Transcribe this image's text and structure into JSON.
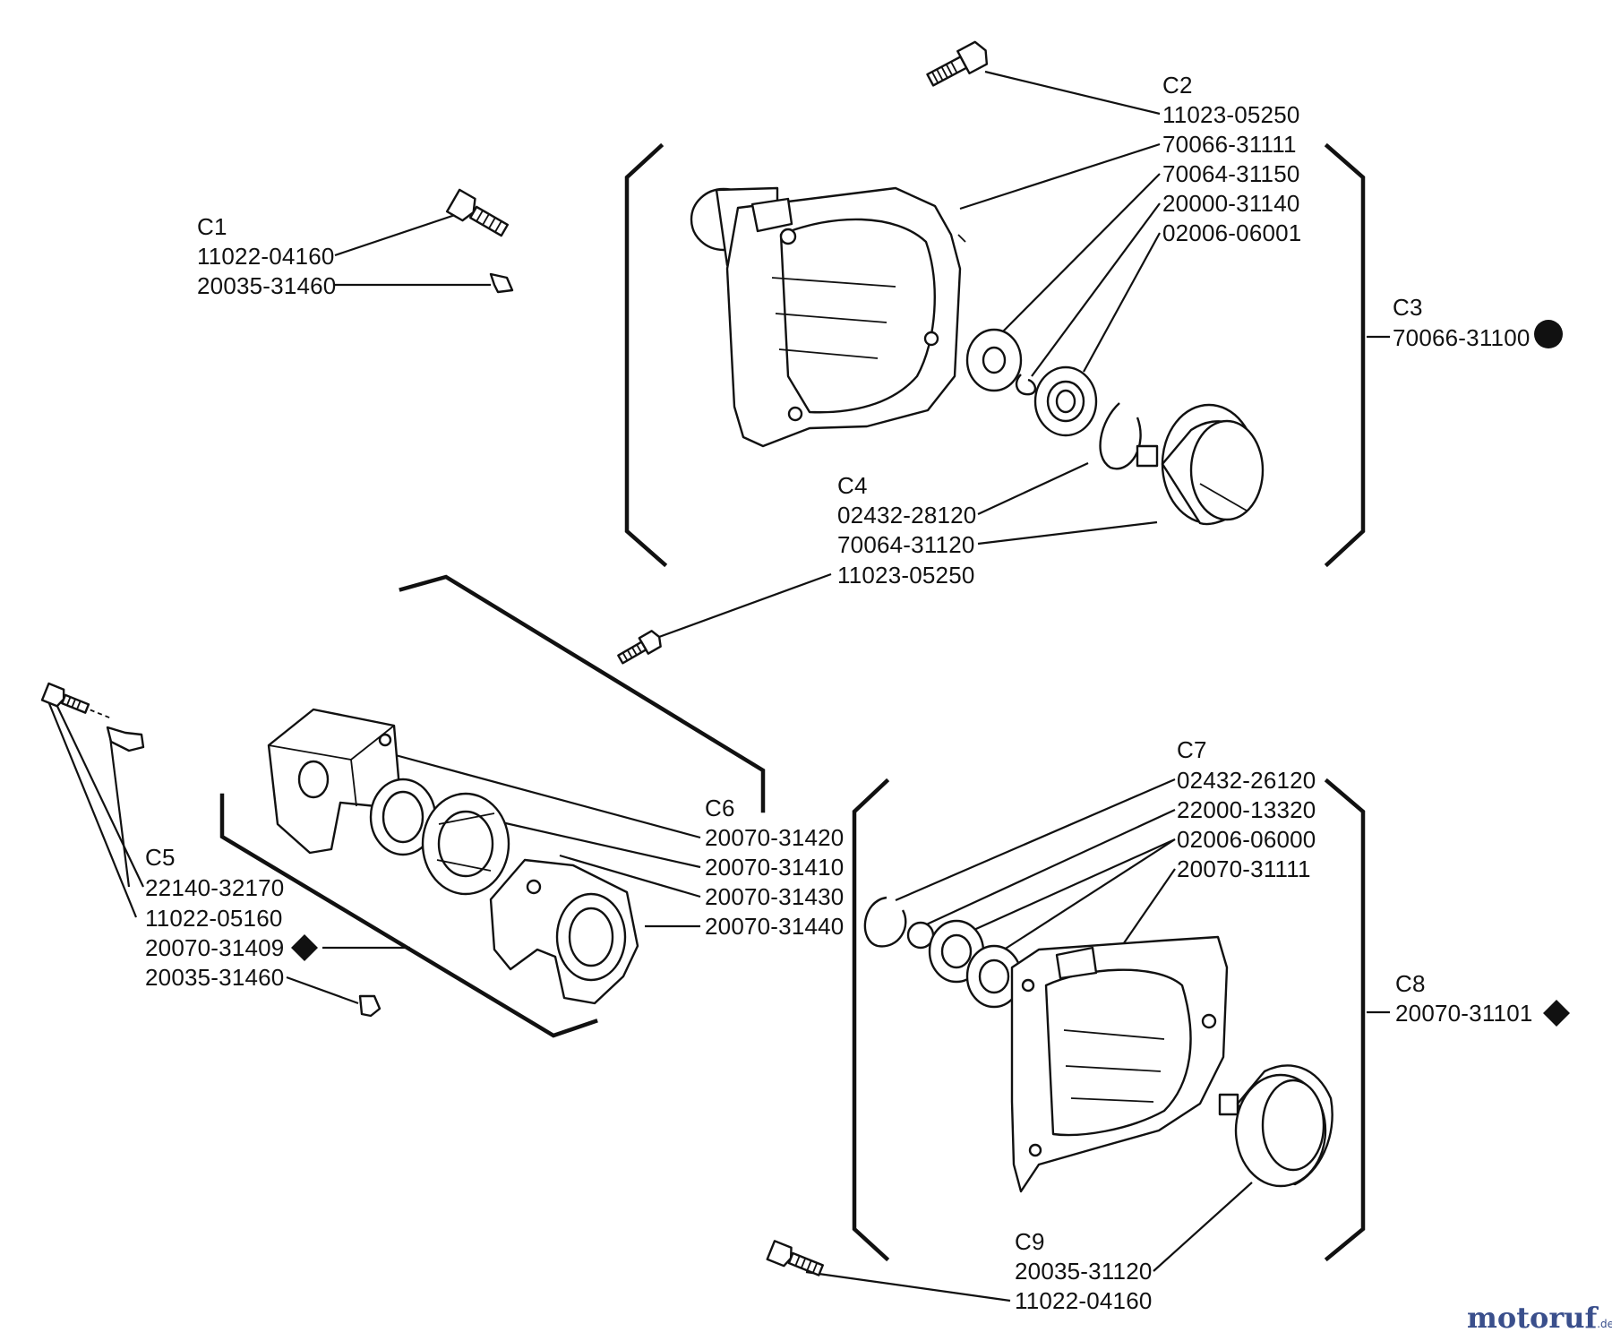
{
  "groups": {
    "C1": {
      "label": "C1",
      "parts": [
        "11022-04160",
        "20035-31460"
      ]
    },
    "C2": {
      "label": "C2",
      "parts": [
        "11023-05250",
        "70066-31111",
        "70064-31150",
        "20000-31140",
        "02006-06001"
      ]
    },
    "C3": {
      "label": "C3",
      "parts": [
        "70066-31100"
      ]
    },
    "C4": {
      "label": "C4",
      "parts": [
        "02432-28120",
        "70064-31120",
        "11023-05250"
      ]
    },
    "C5": {
      "label": "C5",
      "parts": [
        "22140-32170",
        "11022-05160",
        "20070-31409",
        "20035-31460"
      ]
    },
    "C6": {
      "label": "C6",
      "parts": [
        "20070-31420",
        "20070-31410",
        "20070-31430",
        "20070-31440"
      ]
    },
    "C7": {
      "label": "C7",
      "parts": [
        "02432-26120",
        "22000-13320",
        "02006-06000",
        "20070-31111"
      ]
    },
    "C8": {
      "label": "C8",
      "parts": [
        "20070-31101"
      ]
    },
    "C9": {
      "label": "C9",
      "parts": [
        "20035-31120",
        "11022-04160"
      ]
    }
  },
  "watermark": {
    "brand": "motoruf",
    "suffix": ".de",
    "color_main": "#3a4f8c",
    "color_accent": "#e07a1f"
  }
}
